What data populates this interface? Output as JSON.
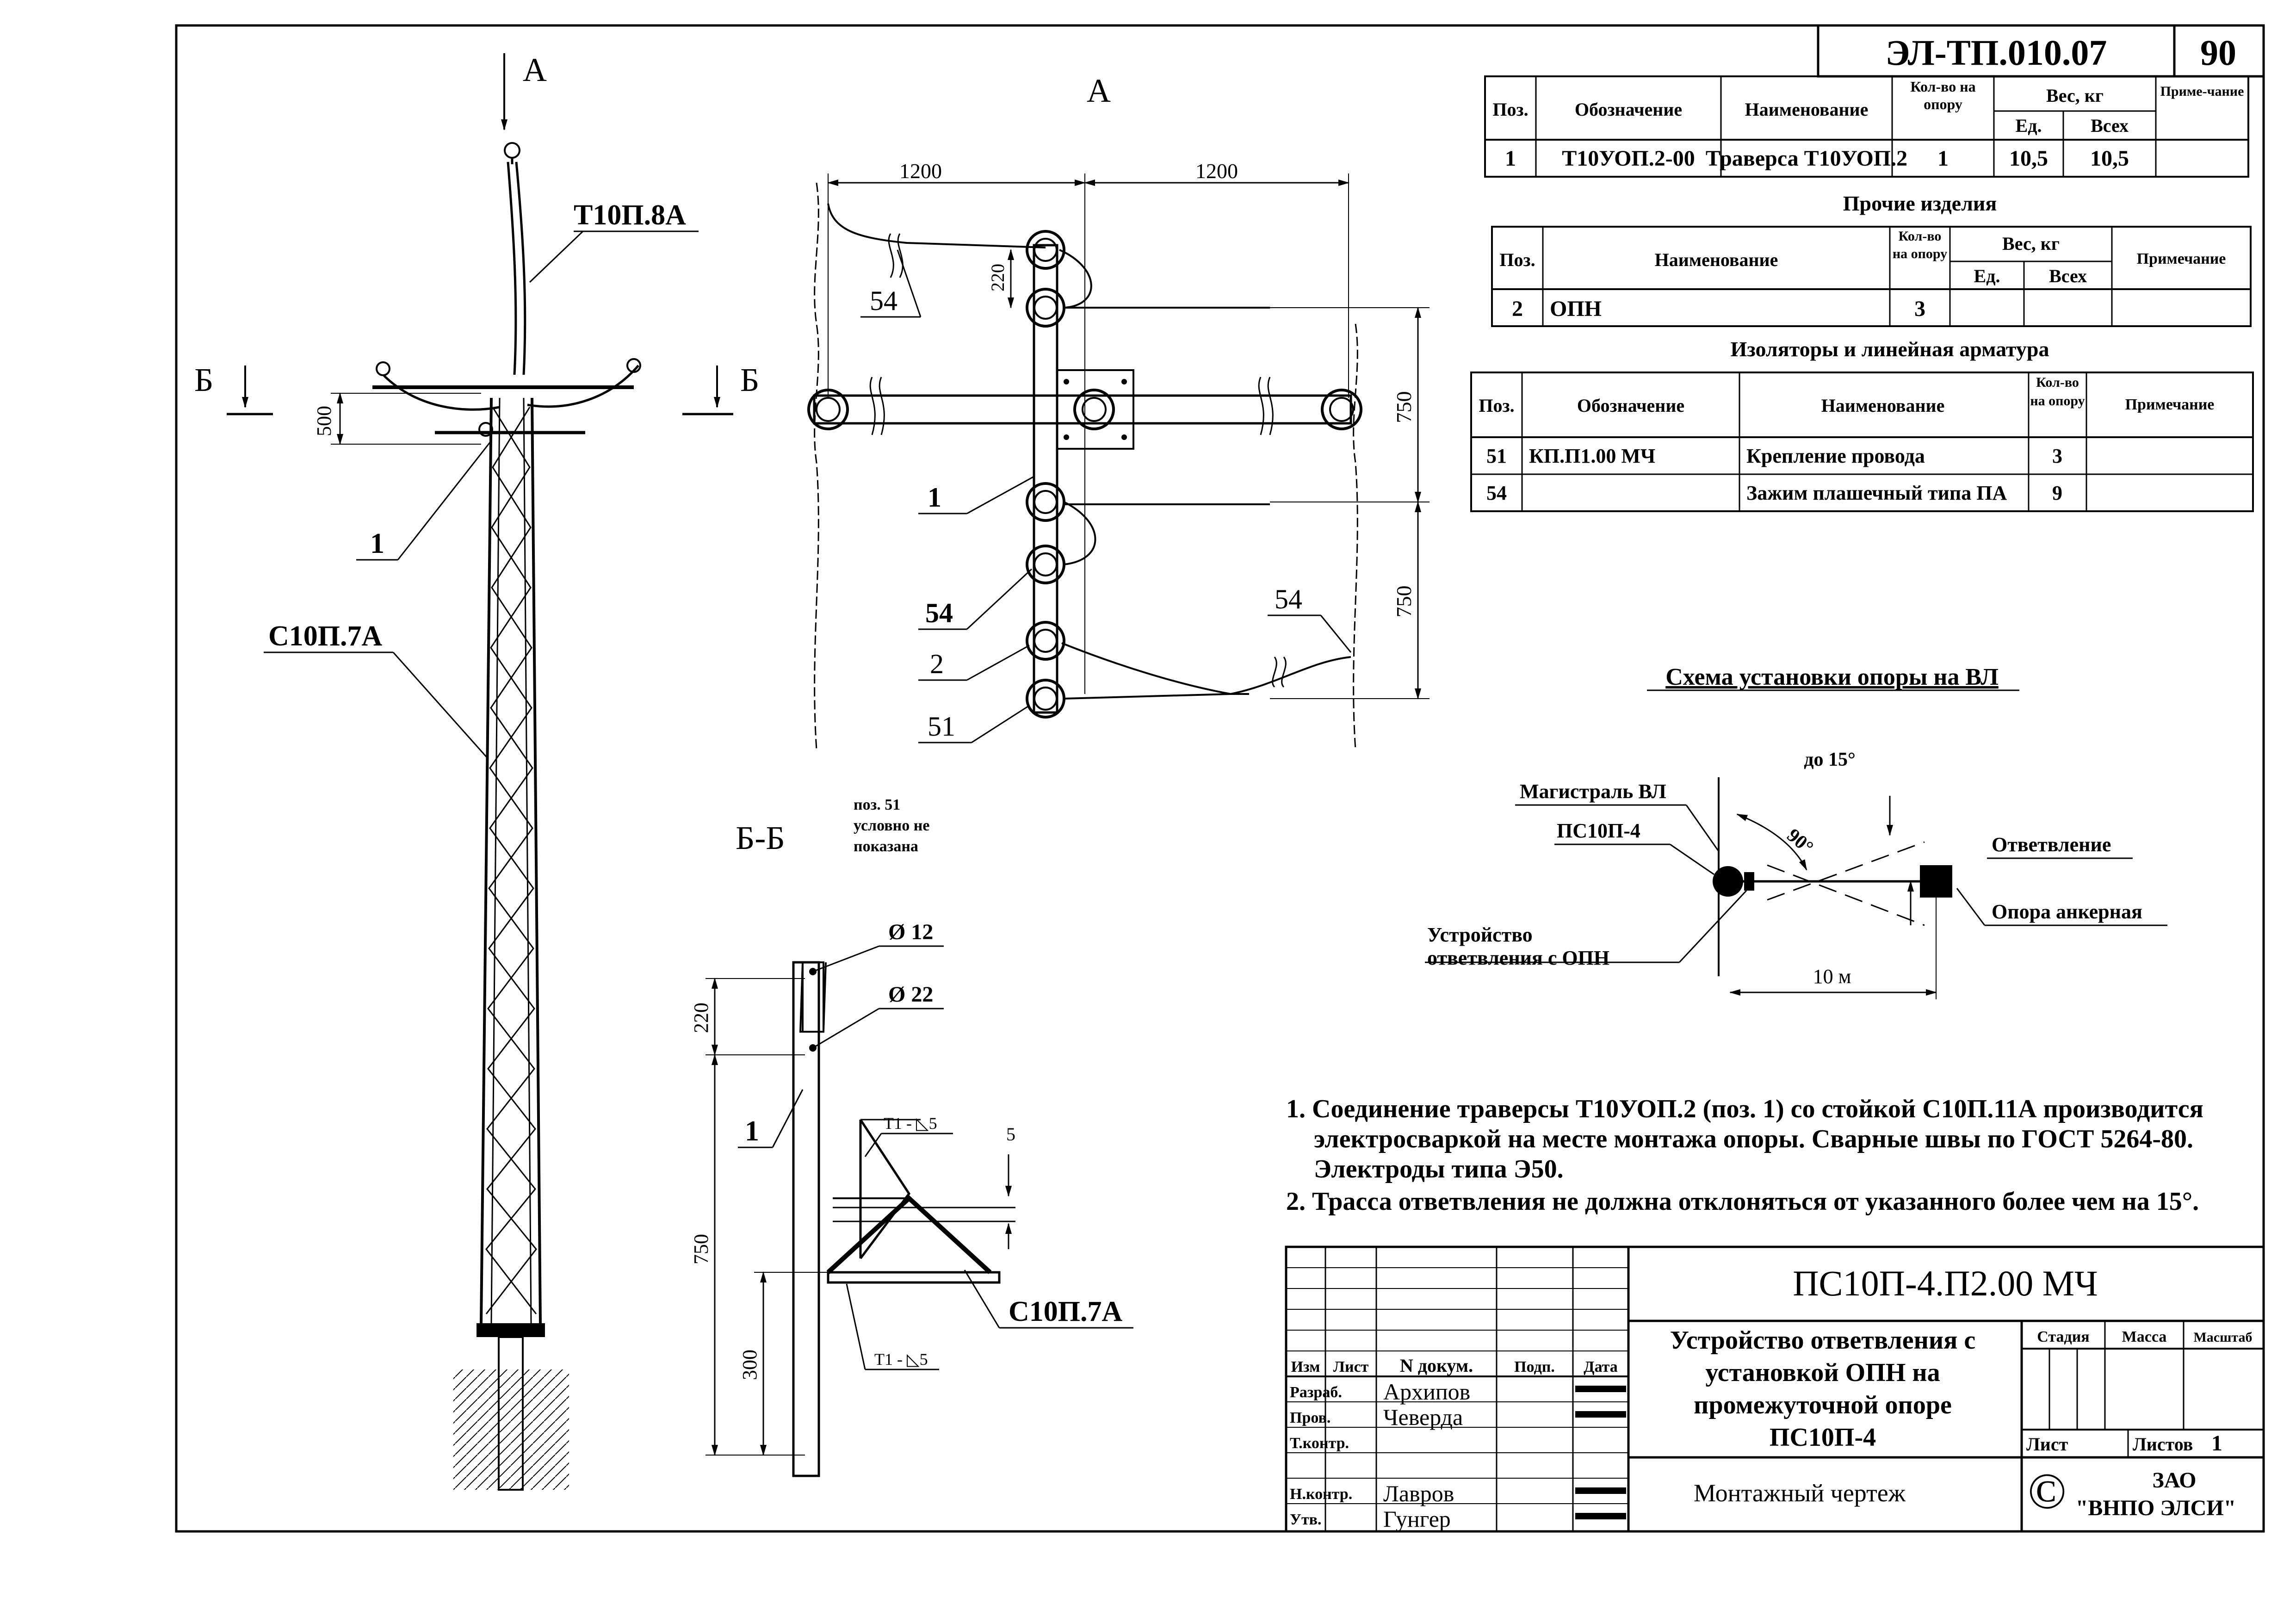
{
  "stamp": {
    "doc_code": "ЭЛ-ТП.010.07",
    "page_no": "90"
  },
  "spec_table": {
    "headers": {
      "pos": "Поз.",
      "designation": "Обозначение",
      "name": "Наименование",
      "qty": "Кол-во на опору",
      "weight": "Вес, кг",
      "unit": "Ед.",
      "total": "Всех",
      "note": "Приме-чание"
    },
    "rows": [
      {
        "pos": "1",
        "designation": "Т10УОП.2-00",
        "name": "Траверса Т10УОП.2",
        "qty": "1",
        "unit": "10,5",
        "total": "10,5"
      }
    ]
  },
  "other_items": {
    "title": "Прочие изделия",
    "headers": {
      "pos": "Поз.",
      "name": "Наименование",
      "qty": "Кол-во на опору",
      "weight": "Вес, кг",
      "unit": "Ед.",
      "total": "Всех",
      "note": "Примечание"
    },
    "rows": [
      {
        "pos": "2",
        "name": "ОПН",
        "qty": "3"
      }
    ]
  },
  "insulators": {
    "title": "Изоляторы и линейная арматура",
    "headers": {
      "pos": "Поз.",
      "designation": "Обозначение",
      "name": "Наименование",
      "qty": "Кол-во на опору",
      "note": "Примечание"
    },
    "rows": [
      {
        "pos": "51",
        "designation": "КП.П1.00 МЧ",
        "name": "Крепление провода",
        "qty": "3"
      },
      {
        "pos": "54",
        "designation": "",
        "name": "Зажим плашечный типа ПА",
        "qty": "9"
      }
    ]
  },
  "pole_view": {
    "arrow_label": "А",
    "section_label": "Б",
    "dim_500": "500",
    "callout_top": "Т10П.8А",
    "callout_1": "1",
    "callout_pole": "С10П.7А"
  },
  "view_a": {
    "title": "А",
    "dim_left": "1200",
    "dim_right": "1200",
    "dim_220": "220",
    "dim_750_top": "750",
    "dim_750_bottom": "750",
    "labels": {
      "p54_top": "54",
      "p1": "1",
      "p54": "54",
      "p2": "2",
      "p51": "51",
      "p54_right": "54"
    }
  },
  "section_bb": {
    "title": "Б-Б",
    "note_lines": [
      "поз. 51",
      "условно не",
      "показана"
    ],
    "dia_12": "Ø 12",
    "dia_22": "Ø 22",
    "dim_220": "220",
    "dim_750": "750",
    "dim_300": "300",
    "dim_5": "5",
    "weld_1": "Т1 - ◺5",
    "weld_2": "Т1 - ◺5",
    "label_1": "1",
    "label_pole": "С10П.7А"
  },
  "scheme": {
    "title": "Схема установки опоры на ВЛ",
    "angle_15": "до 15°",
    "angle_90": "90°",
    "magistral": "Магистраль ВЛ",
    "pole": "ПС10П-4",
    "branch": "Ответвление",
    "anchor": "Опора анкерная",
    "device_lines": [
      "Устройство",
      "ответвления с ОПН"
    ],
    "dist": "10 м"
  },
  "notes": [
    "1. Соединение траверсы Т10УОП.2 (поз. 1) со стойкой С10П.11А производится",
    "электросваркой на месте монтажа опоры. Сварные швы по ГОСТ 5264-80.",
    "Электроды типа Э50.",
    "2. Трасса ответвления не должна отклоняться от указанного более чем на 15°."
  ],
  "title_block": {
    "code": "ПС10П-4.П2.00 МЧ",
    "title_lines": [
      "Устройство ответвления с",
      "установкой ОПН на",
      "промежуточной опоре",
      "ПС10П-4"
    ],
    "doc_type": "Монтажный чертеж",
    "stage": "Стадия",
    "mass": "Масса",
    "scale": "Масштаб",
    "sheet": "Лист",
    "sheets": "Листов",
    "sheets_count": "1",
    "company_lines": [
      "ЗАО",
      "\"ВНПО ЭЛСИ\""
    ],
    "copyright": "©",
    "col_headers": {
      "izm": "Изм",
      "list": "Лист",
      "ndoc": "N докум.",
      "sign": "Подп.",
      "date": "Дата"
    },
    "roles": [
      {
        "role": "Разраб.",
        "name": "Архипов"
      },
      {
        "role": "Пров.",
        "name": "Чеверда"
      },
      {
        "role": "Т.контр.",
        "name": ""
      },
      {
        "role": "Н.контр.",
        "name": "Лавров"
      },
      {
        "role": "Утв.",
        "name": "Гунгер"
      }
    ]
  }
}
